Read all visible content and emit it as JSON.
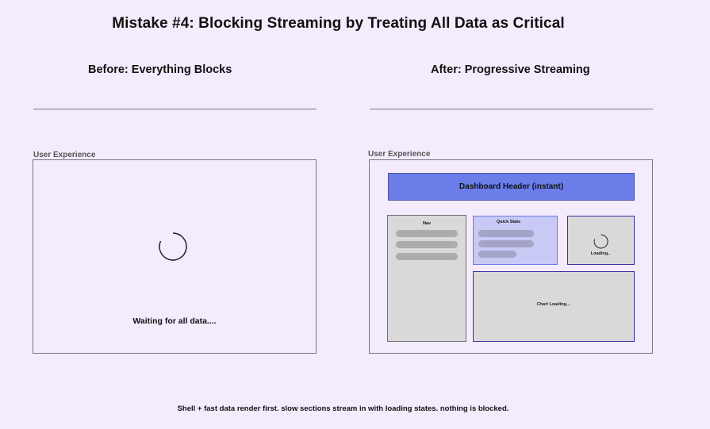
{
  "title": "Mistake #4: Blocking Streaming by Treating All Data as Critical",
  "before": {
    "heading": "Before:  Everything Blocks",
    "ux_label": "User Experience",
    "spinner_icon": "loading-spinner-icon",
    "status_text": "Waiting for all data...."
  },
  "after": {
    "heading": "After: Progressive Streaming",
    "ux_label": "User Experience",
    "dashboard_header": "Dashboard Header (instant)",
    "nav": {
      "title": "Nav",
      "skeleton_rows": 3
    },
    "quick_stats": {
      "title": "Quick Stats",
      "skeleton_rows": 3
    },
    "loading_panel": {
      "spinner_icon": "loading-spinner-icon",
      "text": "Loading.."
    },
    "chart_panel": {
      "text": "Chart Loading..."
    }
  },
  "footer": "Shell + fast data render first. slow sections stream in with loading states. nothing is blocked.",
  "colors": {
    "background": "#f4ebfd",
    "header_blue": "#6a7de8",
    "quick_stats_fill": "#c8caf5",
    "loading_border": "#3b2fa0",
    "panel_gray": "#d9d9d9",
    "skeleton_gray": "#acacac"
  }
}
